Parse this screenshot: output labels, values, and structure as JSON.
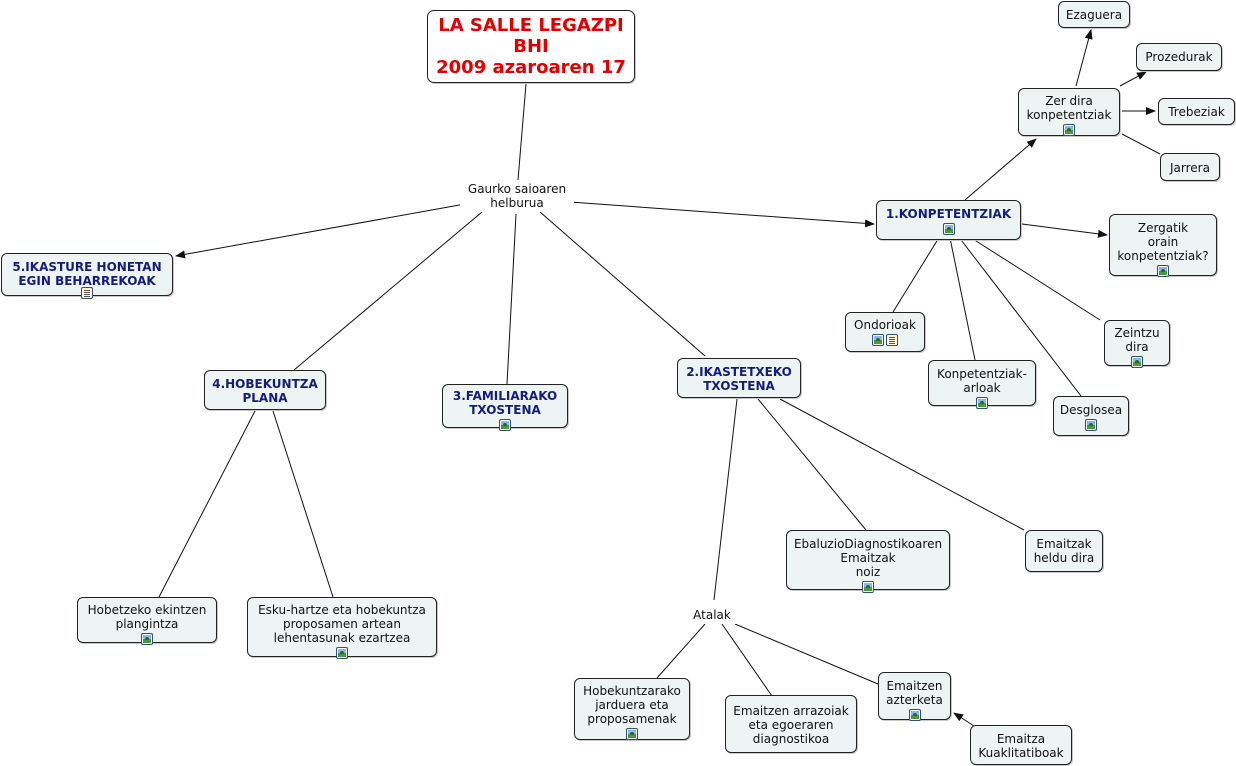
{
  "colors": {
    "title_text": "#e00000",
    "main_text": "#141e78",
    "node_fill": "#eef3f4",
    "line": "#111111"
  },
  "title": {
    "line1": "LA SALLE LEGAZPI",
    "line2": "BHI",
    "line3": "2009 azaroaren 17"
  },
  "center": "Gaurko saioaren\nhelburua",
  "sections": {
    "k1": "1.KONPETENTZIAK",
    "k2": "2.IKASTETXEKO\nTXOSTENA",
    "k3": "3.FAMILIARAKO\nTXOSTENA",
    "k4": "4.HOBEKUNTZA\nPLANA",
    "k5": "5.IKASTURE HONETAN\nEGIN BEHARREKOAK"
  },
  "konpetentziak": {
    "zer_dira": "Zer dira\nkonpetentziak",
    "ezaguera": "Ezaguera",
    "prozedurak": "Prozedurak",
    "trebeziak": "Trebeziak",
    "jarrera": "Jarrera",
    "zergatik": "Zergatik\norain\nkonpetentziak?",
    "zeintzu": "Zeintzu\ndira",
    "desglosea": "Desglosea",
    "arloak": "Konpetentziak-\narloak",
    "ondorioak": "Ondorioak"
  },
  "txostena": {
    "ebaluzio": "EbaluzioDiagnostikoaren\nEmaitzak\nnoiz",
    "heldu": "Emaitzak\nheldu dira",
    "atalak": "Atalak",
    "hobekuntzarako": "Hobekuntzarako\njarduera eta\nproposamenak",
    "arrazoiak": "Emaitzen arrazoiak\neta egoeraren\ndiagnostikoa",
    "azterketa": "Emaitzen\nazterketa",
    "kuaklitatiboak": "Emaitza\nKuaklitatiboak"
  },
  "hobekuntza": {
    "ekintzen": "Hobetzeko ekintzen\nplangintza",
    "eskuhartze": "Esku-hartze eta hobekuntza\nproposamen artean\nlehentasunak ezartzea"
  },
  "icons": [
    "image-icon",
    "document-icon"
  ]
}
